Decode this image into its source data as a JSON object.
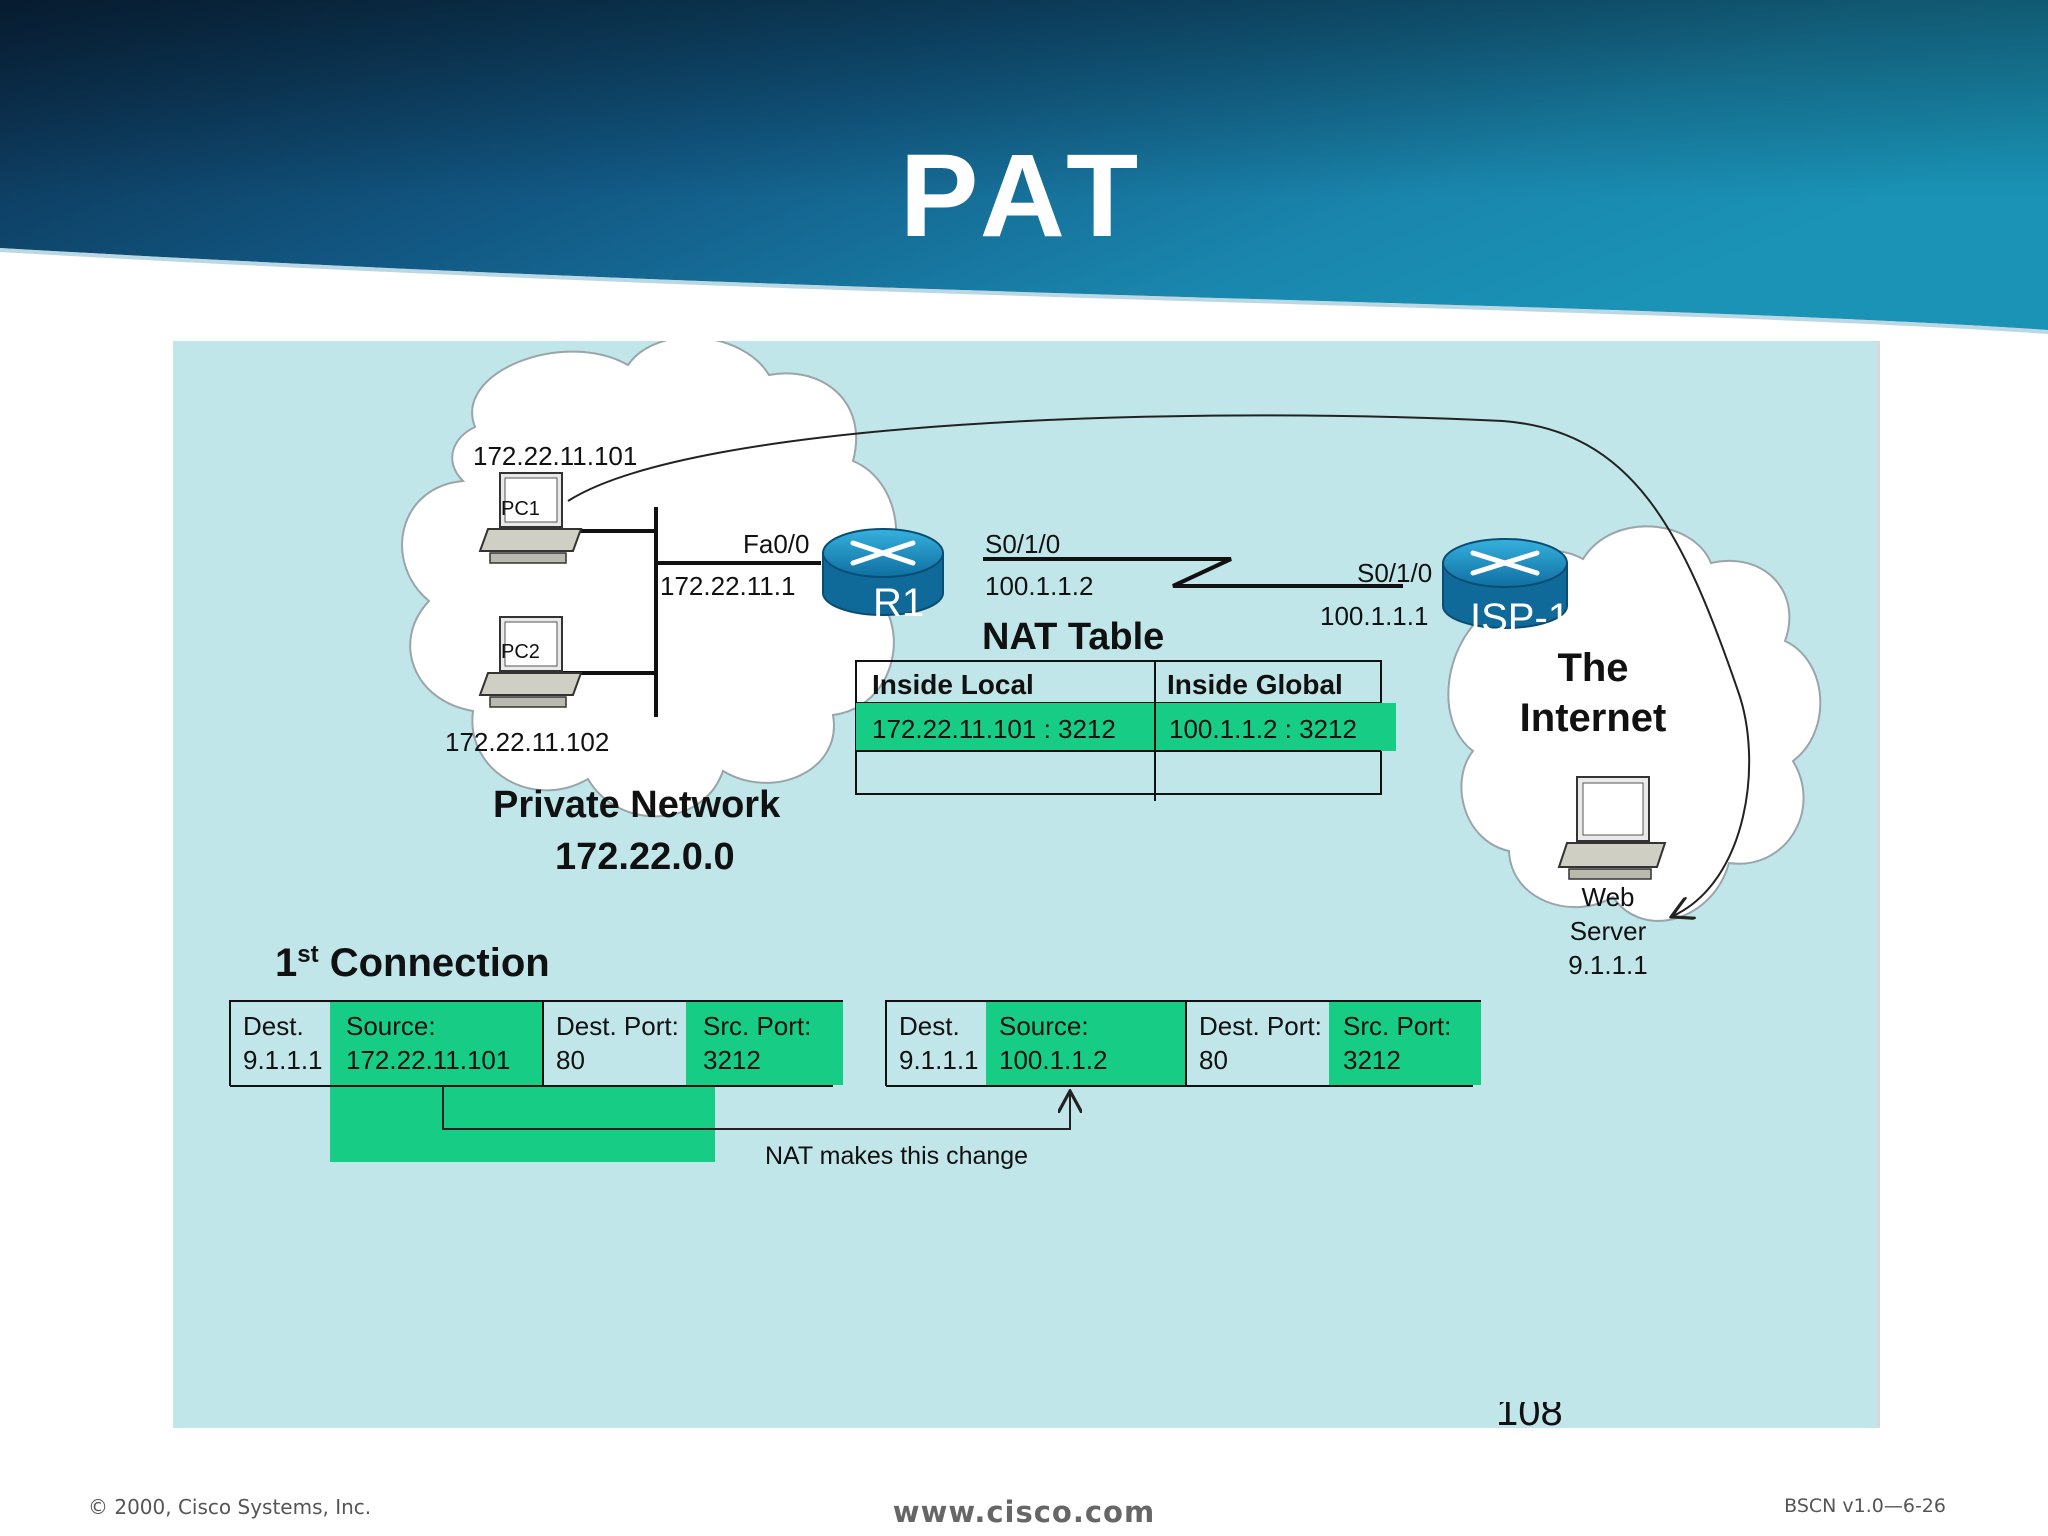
{
  "slide": {
    "title": "PAT",
    "page_number_fragment": "108",
    "footer": {
      "copyright": "© 2000, Cisco Systems, Inc.",
      "url": "www.cisco.com",
      "code": "BSCN v1.0—6-26"
    }
  },
  "colors": {
    "banner_dark": "#0c3557",
    "banner_light": "#1a8ab0",
    "panel": "#c1e6e9",
    "highlight": "#17cc85",
    "router": "#1a8fc4"
  },
  "network": {
    "private_cloud": {
      "name": "Private Network",
      "address": "172.22.0.0",
      "pc1": {
        "label": "PC1",
        "ip": "172.22.11.101"
      },
      "pc2": {
        "label": "PC2",
        "ip": "172.22.11.102"
      }
    },
    "r1": {
      "label": "R1",
      "fa_iface": "Fa0/0",
      "fa_ip": "172.22.11.1",
      "s_iface": "S0/1/0",
      "s_ip": "100.1.1.2"
    },
    "isp": {
      "label": "ISP-1",
      "s_iface": "S0/1/0",
      "s_ip": "100.1.1.1"
    },
    "internet": {
      "line1": "The",
      "line2": "Internet",
      "server_line1": "Web",
      "server_line2": "Server",
      "server_ip": "9.1.1.1"
    }
  },
  "nat_table": {
    "title": "NAT Table",
    "headers": [
      "Inside Local",
      "Inside Global"
    ],
    "rows": [
      [
        "172.22.11.101 : 3212",
        "100.1.1.2 : 3212"
      ]
    ]
  },
  "connection": {
    "label": "1",
    "label_sup": "st",
    "label_rest": " Connection",
    "caption": "NAT makes this change",
    "before": {
      "dest_label": "Dest.",
      "dest_value": "9.1.1.1",
      "source_label": "Source:",
      "source_value": "172.22.11.101",
      "dport_label": "Dest. Port:",
      "dport_value": "80",
      "sport_label": "Src. Port:",
      "sport_value": "3212"
    },
    "after": {
      "dest_label": "Dest.",
      "dest_value": "9.1.1.1",
      "source_label": "Source:",
      "source_value": "100.1.1.2",
      "dport_label": "Dest. Port:",
      "dport_value": "80",
      "sport_label": "Src. Port:",
      "sport_value": "3212"
    }
  }
}
